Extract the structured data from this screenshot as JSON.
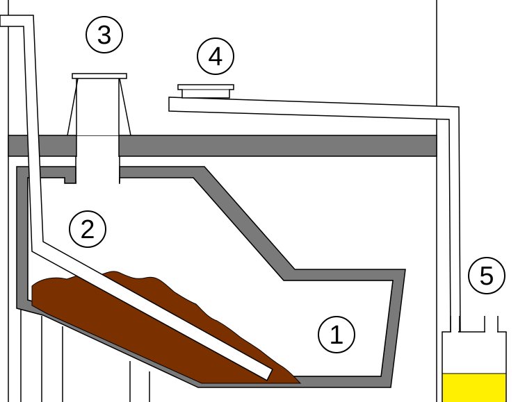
{
  "labels": {
    "l1": "1",
    "l2": "2",
    "l3": "3",
    "l4": "4",
    "l5": "5"
  },
  "colors": {
    "wall": "#7a7a7a",
    "outline": "#000000",
    "slurry": "#7b3000",
    "liquid": "#ffef00",
    "background": "#ffffff"
  }
}
